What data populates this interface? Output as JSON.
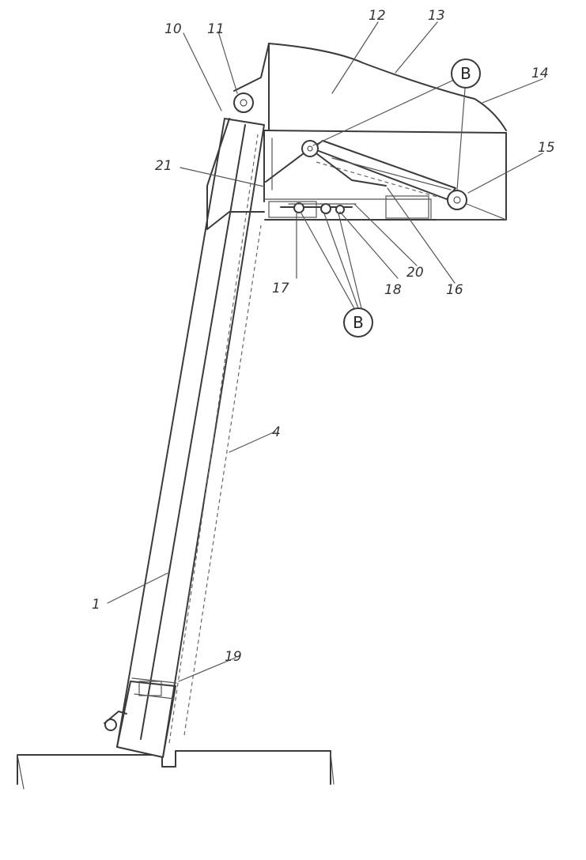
{
  "labels": {
    "l1": "1",
    "l4": "4",
    "l10": "10",
    "l11": "11",
    "l12": "12",
    "l13": "13",
    "l14": "14",
    "l15": "15",
    "l16": "16",
    "l17": "17",
    "l18": "18",
    "l19": "19",
    "l20": "20",
    "l21": "21"
  },
  "callouts": {
    "top": "B",
    "bottom": "B"
  }
}
